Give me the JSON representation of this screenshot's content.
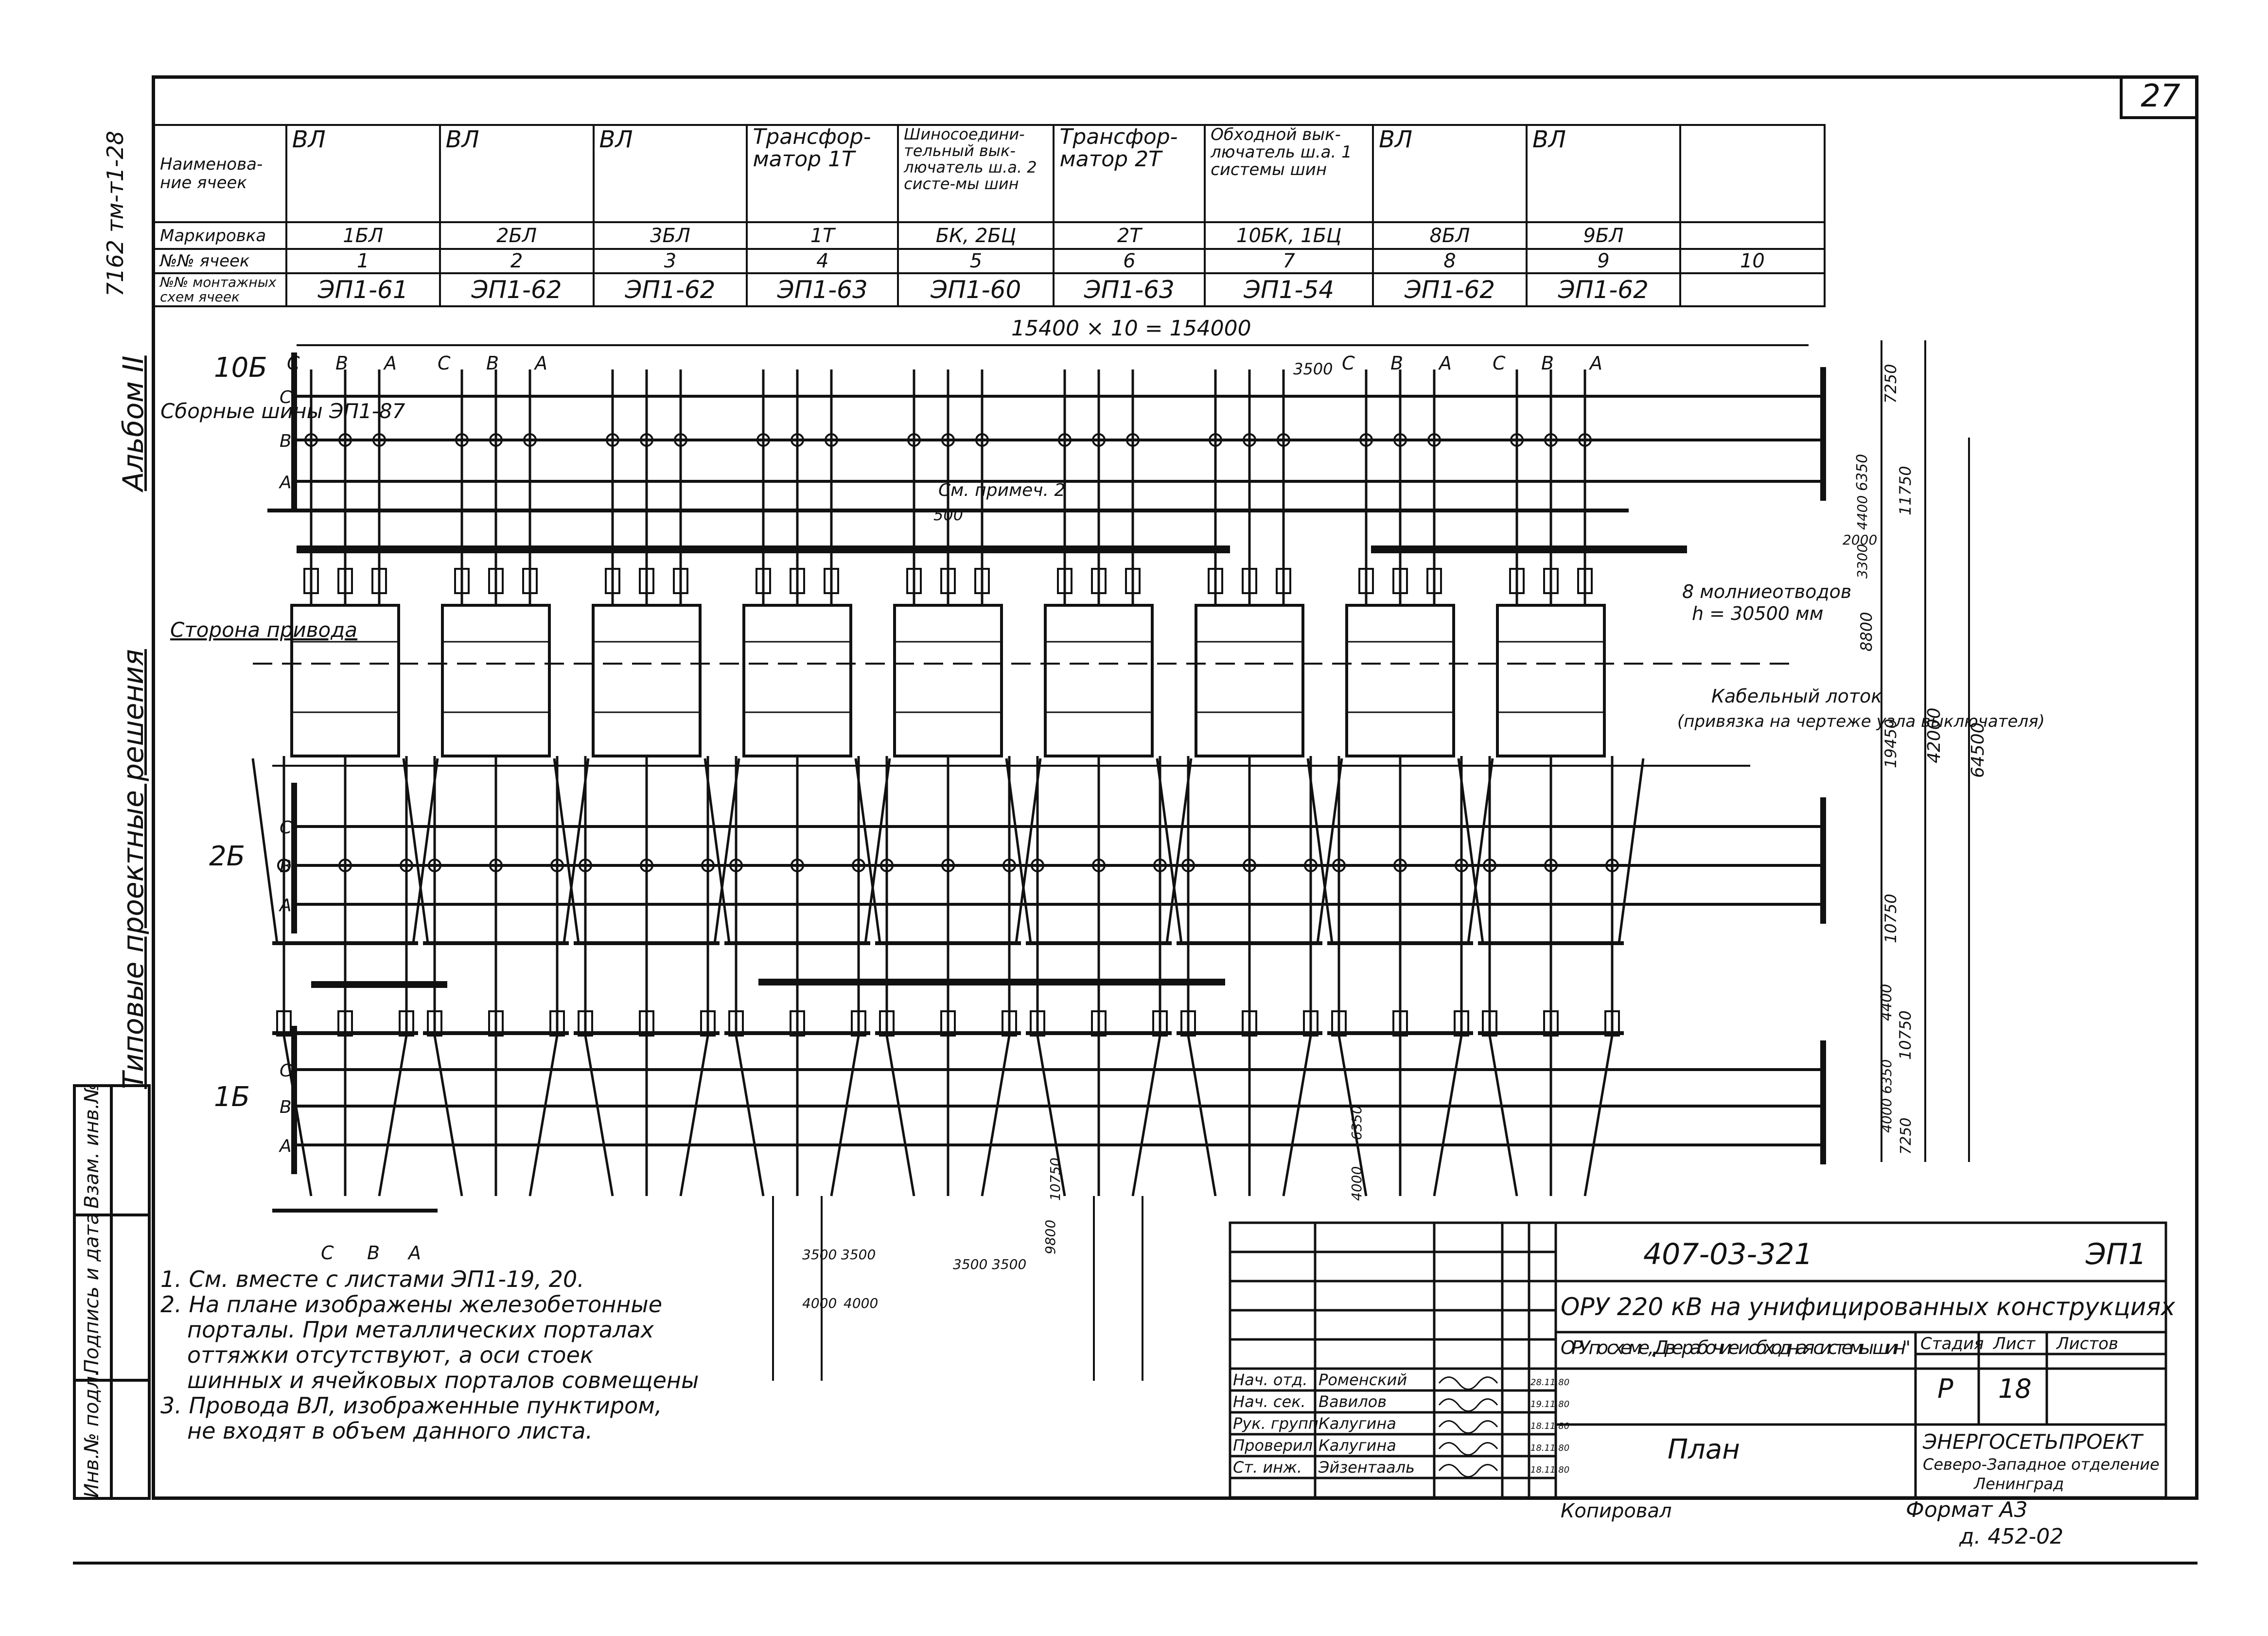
{
  "page_number": "27",
  "side_labels": {
    "album": "Альбом II",
    "series": "Типовые проектные решения",
    "code": "7162 тм-т1-28"
  },
  "sidebar_cells": [
    "Взам. инв.№",
    "Подпись и дата",
    "Инв.№ подл."
  ],
  "header_table": {
    "row_labels": [
      "Наименова-ние ячеек",
      "Маркировка",
      "№№ ячеек",
      "№№ монтажных схем ячеек"
    ],
    "cells": [
      {
        "name": "ВЛ",
        "mark": "1БЛ",
        "num": "1",
        "scheme": "ЭП1-61"
      },
      {
        "name": "ВЛ",
        "mark": "2БЛ",
        "num": "2",
        "scheme": "ЭП1-62"
      },
      {
        "name": "ВЛ",
        "mark": "3БЛ",
        "num": "3",
        "scheme": "ЭП1-62"
      },
      {
        "name": "Трансфор-матор 1Т",
        "mark": "1Т",
        "num": "4",
        "scheme": "ЭП1-63"
      },
      {
        "name": "Шиносоедини-тельный вык-лючатель ш.а. 2 систе-мы шин",
        "mark": "БК, 2БЦ",
        "num": "5",
        "scheme": "ЭП1-60"
      },
      {
        "name": "Трансфор-матор 2Т",
        "mark": "2Т",
        "num": "6",
        "scheme": "ЭП1-63"
      },
      {
        "name": "Обходной вык-лючатель ш.а. 1 системы шин",
        "mark": "10БК, 1БЦ",
        "num": "7",
        "scheme": "ЭП1-54"
      },
      {
        "name": "ВЛ",
        "mark": "8БЛ",
        "num": "8",
        "scheme": "ЭП1-62"
      },
      {
        "name": "ВЛ",
        "mark": "9БЛ",
        "num": "9",
        "scheme": "ЭП1-62"
      },
      {
        "name": "",
        "mark": "",
        "num": "10",
        "scheme": ""
      }
    ]
  },
  "plan": {
    "total_dim": "15400 × 10 = 154000",
    "bus_labels": {
      "b10": "10Б",
      "b2": "2Б",
      "b1": "1Б"
    },
    "busbar_label": "Сборные шины ЭП1-87",
    "phases": [
      "С",
      "В",
      "А"
    ],
    "drive_side": "Сторона привода",
    "see_note": "См. примеч. 2",
    "lightning": "8 молниеотводов",
    "lightning_h": "h = 30500 мм",
    "cable_tray": "Кабельный лоток",
    "cable_tray_note": "(привязка на чертеже узла выключателя)",
    "dims": {
      "d3500": "3500",
      "d500": "500",
      "d7250": "7250",
      "d6350": "6350",
      "d4400": "4400",
      "d11750": "11750",
      "d2000": "2000",
      "d3300": "3300",
      "d8800": "8800",
      "d19450": "19450",
      "d42000": "42000",
      "d64500": "64500",
      "d10750": "10750",
      "d10750b": "10750",
      "d4400b": "4400",
      "d6350b": "6350",
      "d4000b": "4000",
      "d7250b": "7250",
      "d6350c": "6350",
      "d4000c": "4000",
      "d10750c": "10750",
      "d9800": "9800",
      "d3500b": "3500",
      "d3500c": "3500",
      "d4000d": "4000",
      "d4000e": "4000",
      "d3500d": "3500",
      "d3500e": "3500"
    }
  },
  "notes": [
    "1. См. вместе с листами ЭП1-19, 20.",
    "2. На плане изображены железобетонные",
    "порталы. При металлических порталах",
    "оттяжки отсутствуют, а оси стоек",
    "шинных и ячейковых порталов совмещены",
    "3. Провода ВЛ, изображенные пунктиром,",
    "не входят в объем данного листа."
  ],
  "stamp": {
    "code": "407-03-321",
    "sheet_code": "ЭП1",
    "title": "ОРУ 220 кВ на унифицированных конструкциях",
    "subtitle": "ОРУ по схеме „Две рабочие и обходная системы шин\"",
    "drawing_name": "План",
    "stage_label": "Стадия",
    "sheet_label": "Лист",
    "sheets_label": "Листов",
    "stage": "Р",
    "sheet": "18",
    "org": "ЭНЕРГОСЕТЬПРОЕКТ",
    "org_sub1": "Северо-Западное отделение",
    "org_sub2": "Ленинград",
    "people": [
      {
        "role": "Нач. отд.",
        "name": "Роменский",
        "date": "28.11.80"
      },
      {
        "role": "Нач. сек.",
        "name": "Вавилов",
        "date": "19.11.80"
      },
      {
        "role": "Рук. групп",
        "name": "Калугина",
        "date": "18.11.80"
      },
      {
        "role": "Проверил",
        "name": "Калугина",
        "date": "18.11.80"
      },
      {
        "role": "Ст. инж.",
        "name": "Эйзентааль",
        "date": "18.11.80"
      }
    ],
    "copied": "Копировал",
    "format": "Формат А3",
    "extra": "д. 452-02"
  }
}
